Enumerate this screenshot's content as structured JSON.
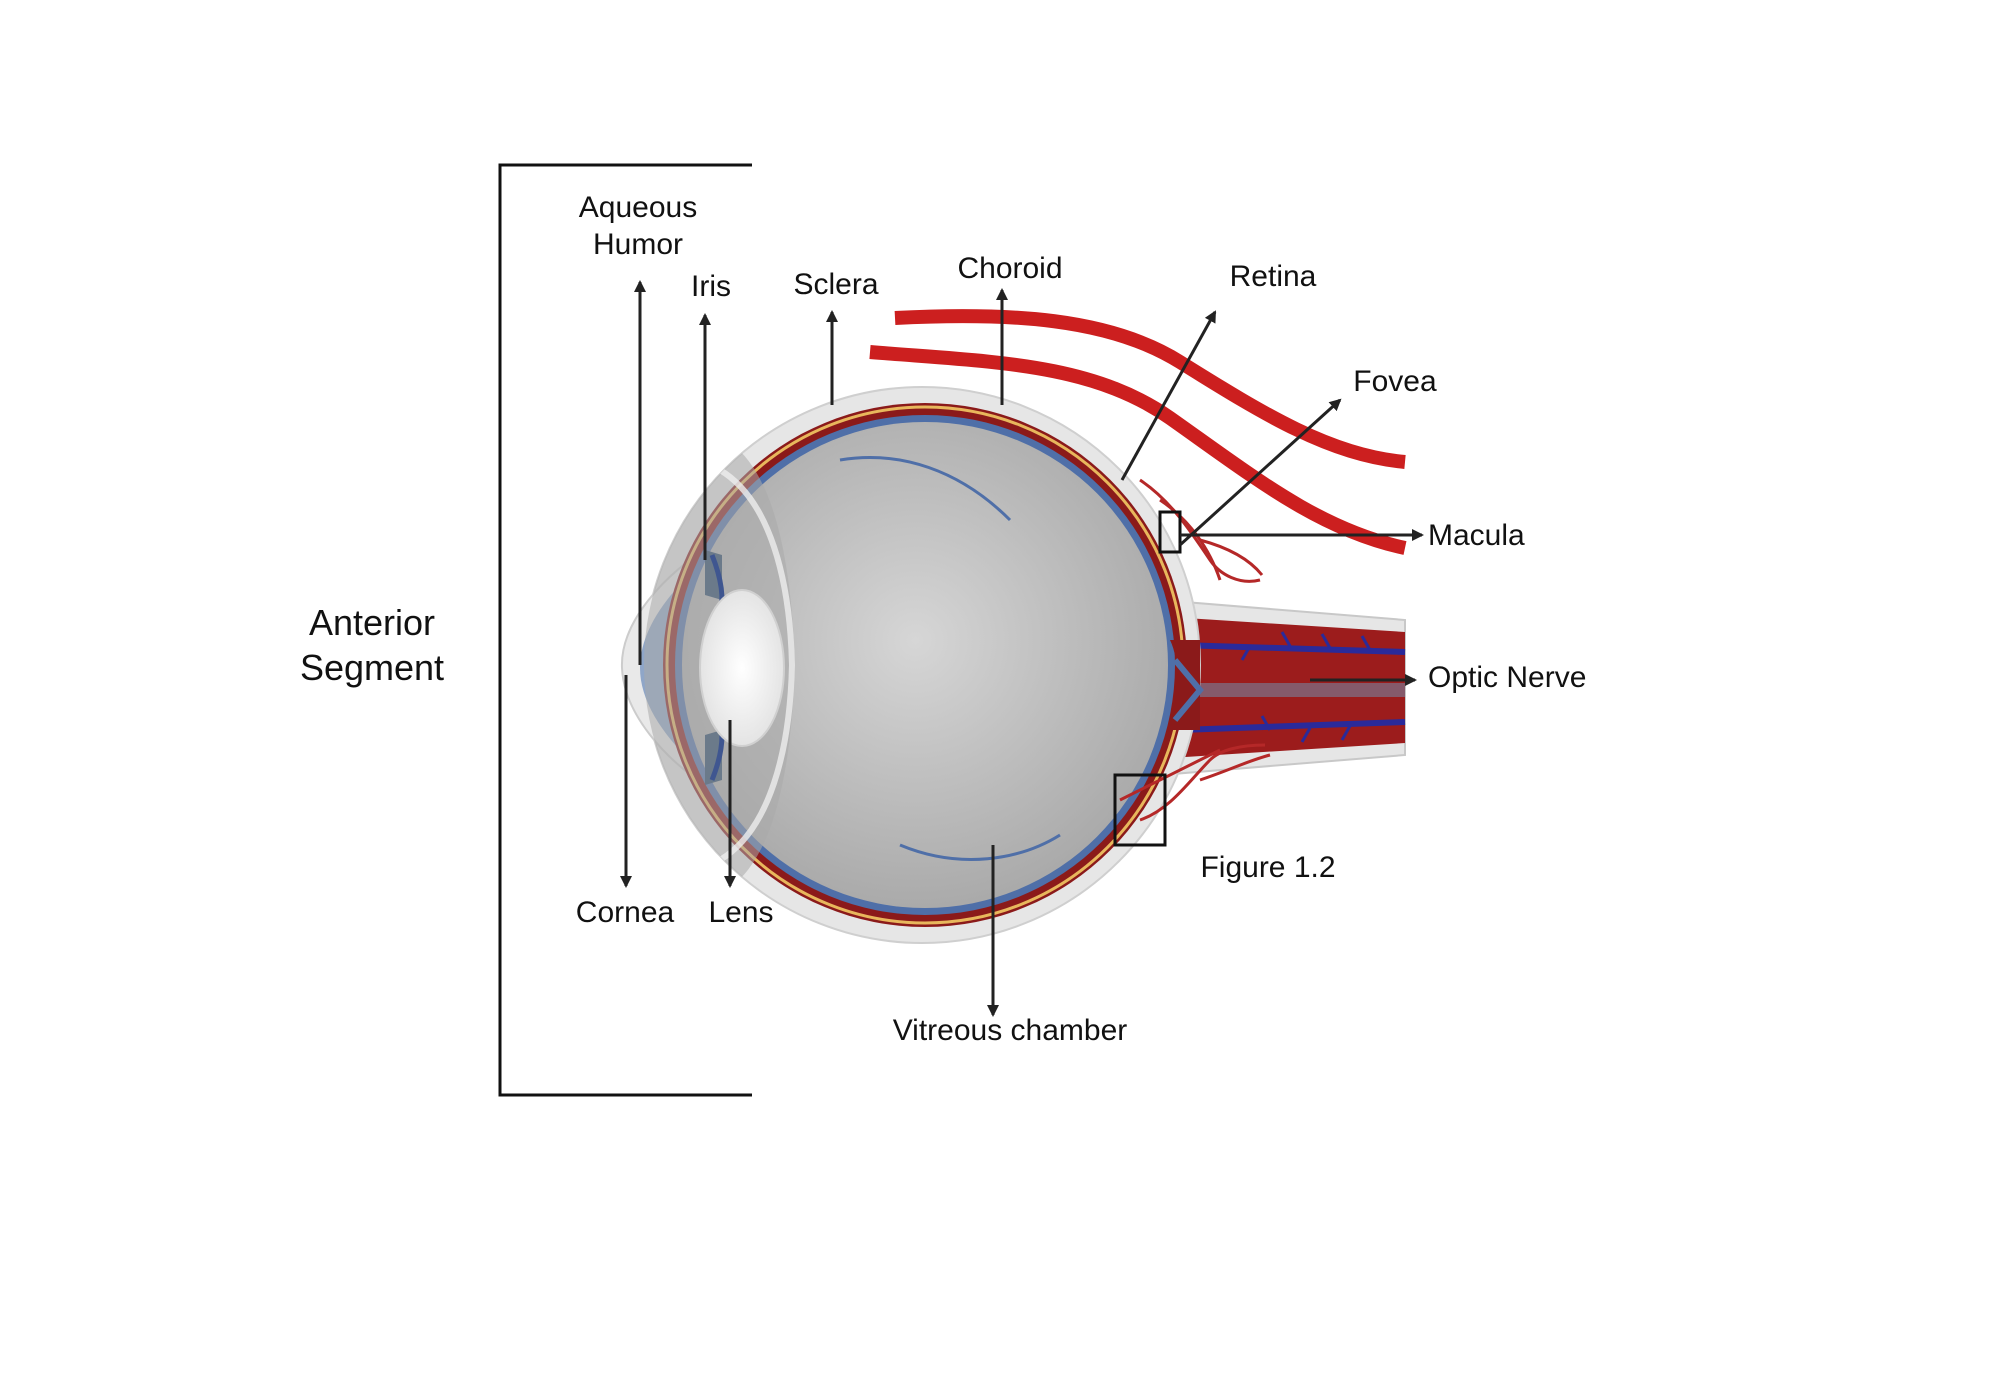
{
  "labels": {
    "anterior_segment": [
      "Anterior",
      "Segment"
    ],
    "aqueous_humor": [
      "Aqueous",
      "Humor"
    ],
    "iris": "Iris",
    "sclera": "Sclera",
    "choroid": "Choroid",
    "retina": "Retina",
    "fovea": "Fovea",
    "macula": "Macula",
    "optic_nerve": "Optic Nerve",
    "cornea": "Cornea",
    "lens": "Lens",
    "vitreous_chamber": "Vitreous chamber",
    "figure_ref": "Figure 1.2"
  },
  "colors": {
    "sclera": "#e6e6e6",
    "choroid": "#8b1a1a",
    "retina": "#4f6fa8",
    "cornea": "#8fa6c8",
    "vitreous": "#bdbdbd",
    "vessels": "#cc1f1f",
    "arrows": "#222222"
  }
}
